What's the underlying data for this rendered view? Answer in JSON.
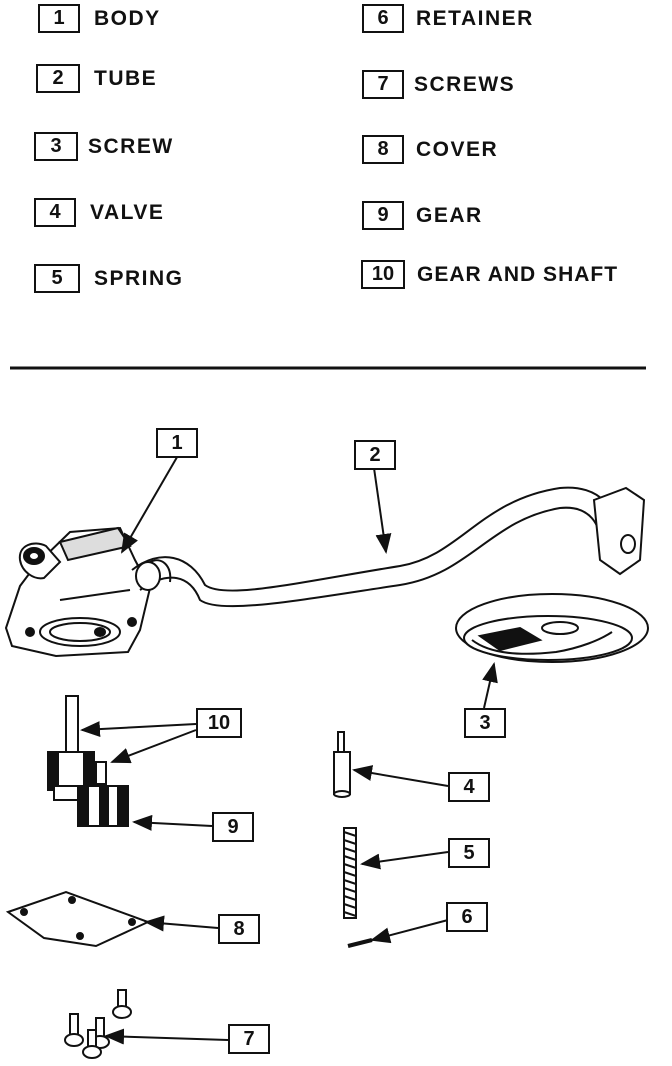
{
  "legend": [
    {
      "number": "1",
      "label": "BODY"
    },
    {
      "number": "2",
      "label": "TUBE"
    },
    {
      "number": "3",
      "label": "SCREW"
    },
    {
      "number": "4",
      "label": "VALVE"
    },
    {
      "number": "5",
      "label": "SPRING"
    },
    {
      "number": "6",
      "label": "RETAINER"
    },
    {
      "number": "7",
      "label": "SCREWS"
    },
    {
      "number": "8",
      "label": "COVER"
    },
    {
      "number": "9",
      "label": "GEAR"
    },
    {
      "number": "10",
      "label": "GEAR AND SHAFT"
    }
  ],
  "callouts": [
    "1",
    "2",
    "3",
    "4",
    "5",
    "6",
    "7",
    "8",
    "9",
    "10"
  ],
  "colors": {
    "ink": "#111111",
    "paper": "#ffffff"
  }
}
